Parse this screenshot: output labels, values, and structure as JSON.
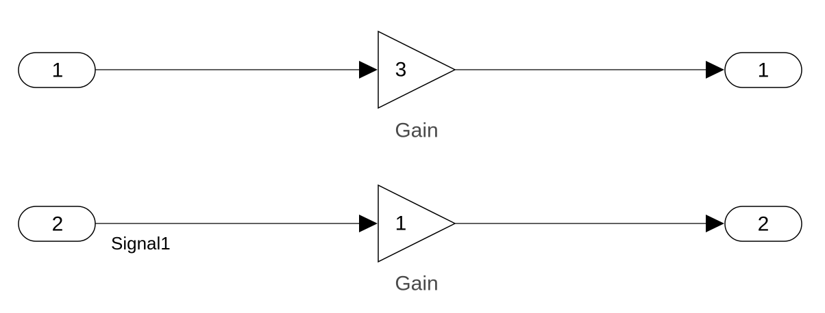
{
  "diagram": {
    "rows": [
      {
        "inport": "1",
        "gain": {
          "value": "3",
          "label": "Gain"
        },
        "outport": "1",
        "signal_label": ""
      },
      {
        "inport": "2",
        "gain": {
          "value": "1",
          "label": "Gain"
        },
        "outport": "2",
        "signal_label": "Signal1"
      }
    ]
  }
}
